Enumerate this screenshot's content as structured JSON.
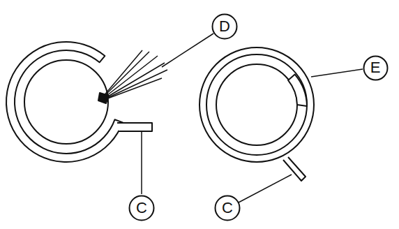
{
  "diagram": {
    "nodes": [
      {
        "text": [
          "D"
        ]
      },
      {
        "text": [
          "E"
        ]
      },
      {
        "text": [
          "C"
        ]
      },
      {
        "text": [
          "C"
        ]
      }
    ]
  }
}
